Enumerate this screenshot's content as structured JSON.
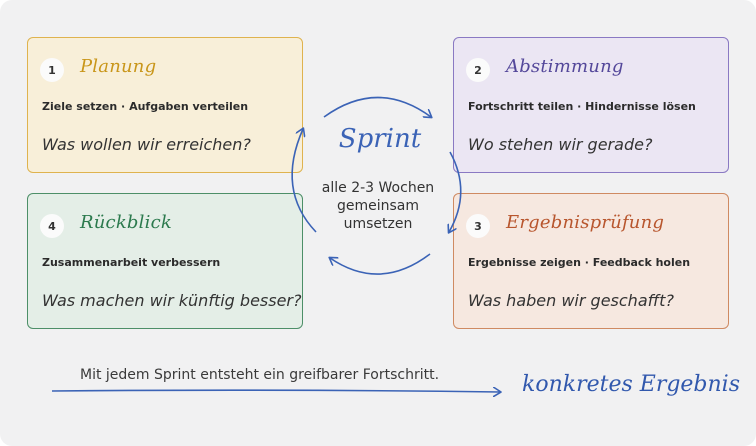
{
  "phases": [
    {
      "number": "1",
      "title": "Planung",
      "subtitle": "Ziele setzen · Aufgaben verteilen",
      "question": "Was wollen wir erreichen?"
    },
    {
      "number": "2",
      "title": "Abstimmung",
      "subtitle": "Fortschritt teilen · Hindernisse lösen",
      "question": "Wo stehen wir gerade?"
    },
    {
      "number": "3",
      "title": "Ergebnisprüfung",
      "subtitle": "Ergebnisse zeigen · Feedback holen",
      "question": "Was haben wir geschafft?"
    },
    {
      "number": "4",
      "title": "Rückblick",
      "subtitle": "Zusammenarbeit verbessern",
      "question": "Was machen wir künftig besser?"
    }
  ],
  "center": {
    "title": "Sprint",
    "line1": "alle 2-3 Wochen",
    "line2": "gemeinsam",
    "line3": "umsetzen"
  },
  "footer": {
    "text": "Mit jedem Sprint entsteht ein greifbarer Fortschritt.",
    "result": "konkretes Ergebnis"
  },
  "colors": {
    "planung": "#dfb34e",
    "abstimmung": "#8a79c3",
    "ergebnispruefung": "#cf8a62",
    "rueckblick": "#4d8f68",
    "cycle": "#3b63b6"
  }
}
